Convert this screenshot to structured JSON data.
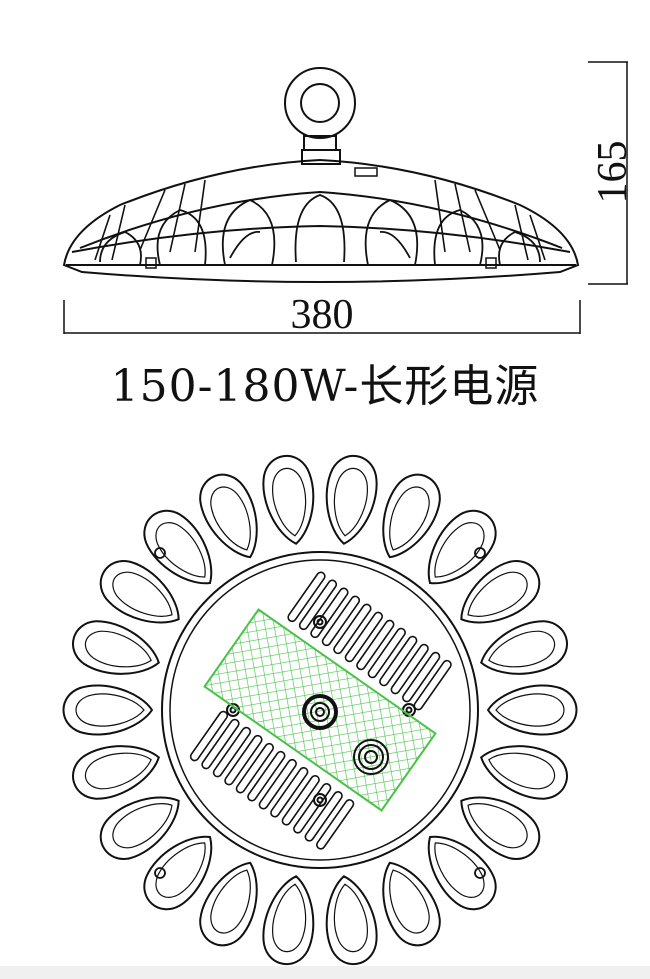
{
  "side_view": {
    "height_dim": "165",
    "width_dim": "380"
  },
  "caption": "150-180W-长形电源",
  "colors": {
    "line": "#111111",
    "driver_mesh": "#49c24a",
    "background": "#ffffff"
  }
}
